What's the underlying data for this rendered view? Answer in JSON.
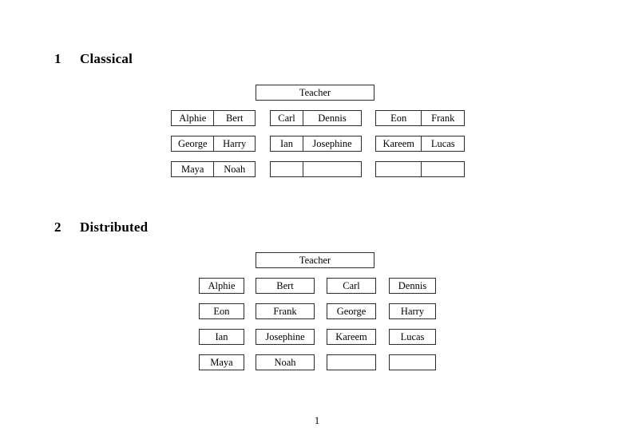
{
  "document": {
    "page_number": "1"
  },
  "sections": [
    {
      "number": "1",
      "title": "Classical",
      "teacher_label": "Teacher",
      "layout": "grouped",
      "groups": [
        {
          "name": "group-left",
          "rows": [
            [
              "Alphie",
              "Bert"
            ],
            [
              "George",
              "Harry"
            ],
            [
              "Maya",
              "Noah"
            ]
          ]
        },
        {
          "name": "group-mid",
          "rows": [
            [
              "Carl",
              "Dennis"
            ],
            [
              "Ian",
              "Josephine"
            ],
            [
              "",
              ""
            ]
          ]
        },
        {
          "name": "group-right",
          "rows": [
            [
              "Eon",
              "Frank"
            ],
            [
              "Kareem",
              "Lucas"
            ],
            [
              "",
              ""
            ]
          ]
        }
      ]
    },
    {
      "number": "2",
      "title": "Distributed",
      "teacher_label": "Teacher",
      "layout": "grid",
      "grid": [
        [
          "Alphie",
          "Bert",
          "Carl",
          "Dennis"
        ],
        [
          "Eon",
          "Frank",
          "George",
          "Harry"
        ],
        [
          "Ian",
          "Josephine",
          "Kareem",
          "Lucas"
        ],
        [
          "Maya",
          "Noah",
          "",
          ""
        ]
      ]
    }
  ],
  "colors": {
    "page_background": "#ffffff",
    "text": "#000000",
    "box_border": "#2b2b2b"
  }
}
